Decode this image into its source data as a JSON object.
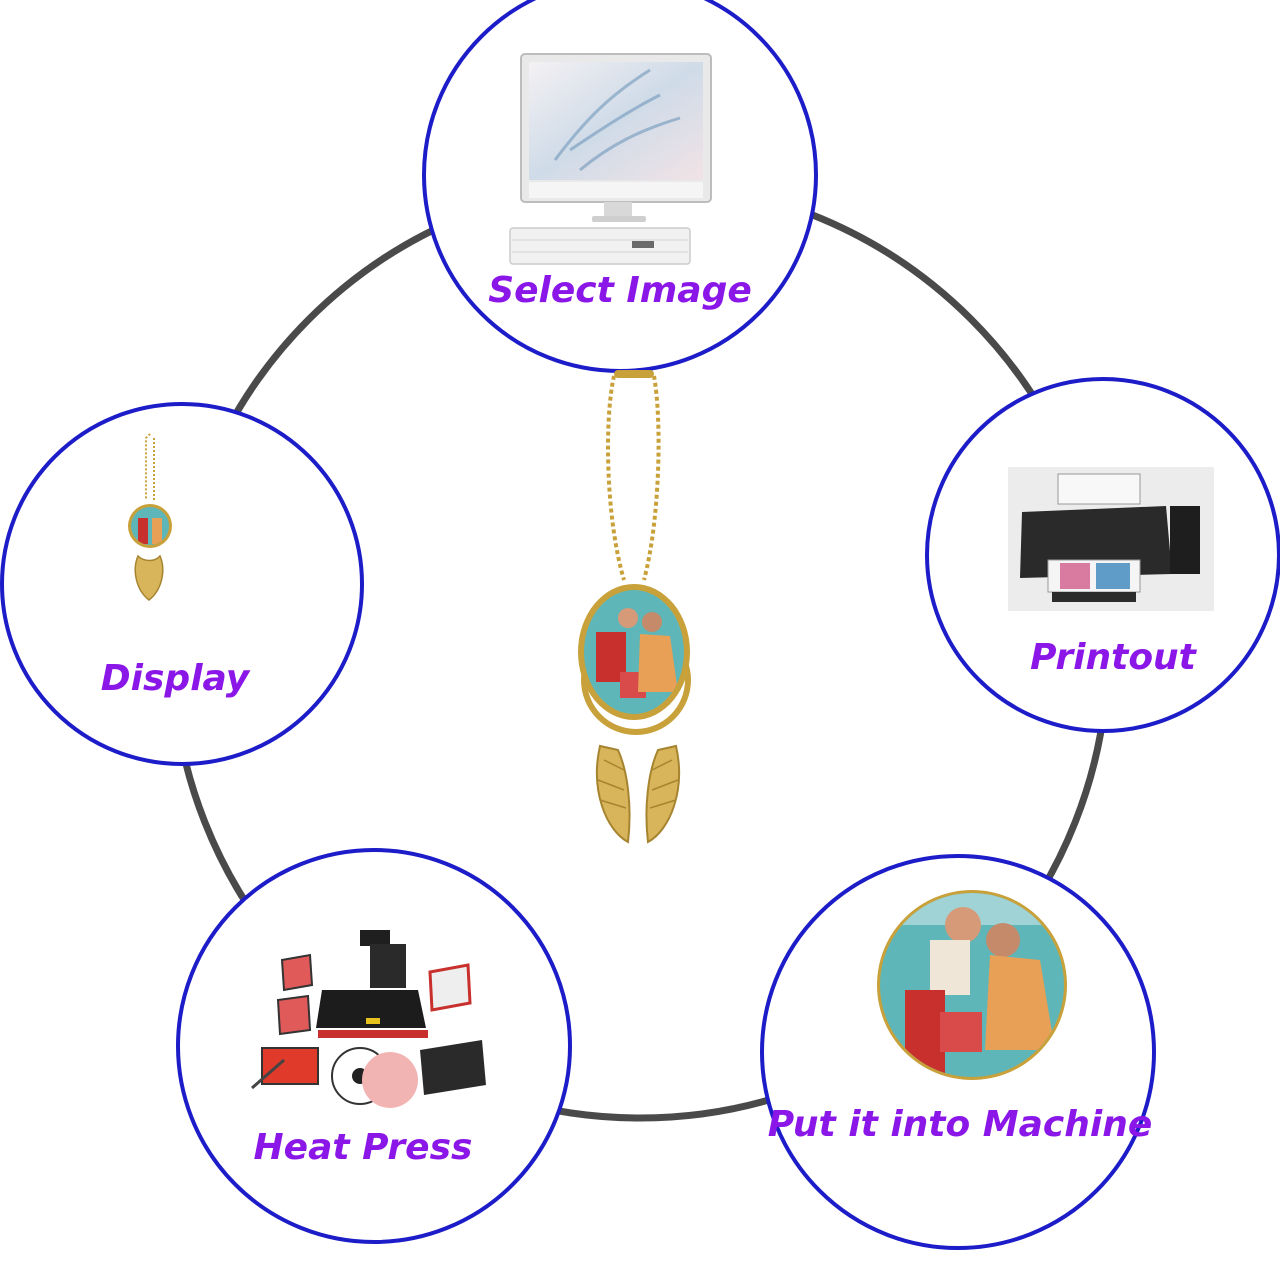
{
  "diagram": {
    "colors": {
      "ring": "#4a4a4a",
      "node_border": "#1c1cc8",
      "label": "#8a16e8",
      "gold": "#c9a13a",
      "photo_sea": "#5fb6b8",
      "photo_red": "#c8302e"
    },
    "steps": [
      {
        "id": "select-image",
        "label": "Select Image",
        "icon": "computer-monitor-icon"
      },
      {
        "id": "printout",
        "label": "Printout",
        "icon": "printer-icon"
      },
      {
        "id": "put-it-into-machine",
        "label": "Put it into Machine",
        "icon": "round-photo-insert-icon"
      },
      {
        "id": "heat-press",
        "label": "Heat Press",
        "icon": "heat-press-machine-icon"
      },
      {
        "id": "display",
        "label": "Display",
        "icon": "photo-pendant-icon"
      }
    ],
    "center_icon": "angel-wing-photo-pendant-icon"
  }
}
